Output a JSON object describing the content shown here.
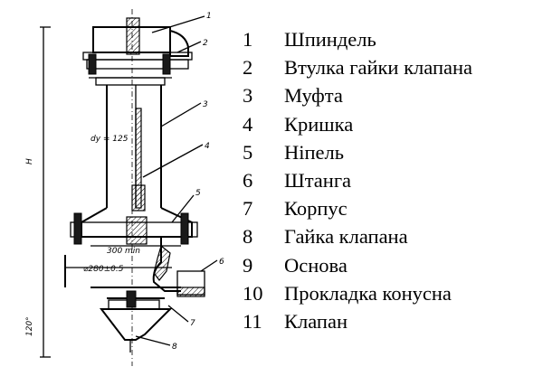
{
  "legend": [
    {
      "num": "1",
      "label": "Шпиндель"
    },
    {
      "num": "2",
      "label": "Втулка гайки клапана"
    },
    {
      "num": "3",
      "label": "Муфта"
    },
    {
      "num": "4",
      "label": "Кришка"
    },
    {
      "num": "5",
      "label": "Ніпель"
    },
    {
      "num": "6",
      "label": "Штанга"
    },
    {
      "num": "7",
      "label": "Корпус"
    },
    {
      "num": "8",
      "label": "Гайка клапана"
    },
    {
      "num": "9",
      "label": "Основа"
    },
    {
      "num": "10",
      "label": "Прокладка конусна"
    },
    {
      "num": "11",
      "label": "Клапан"
    }
  ],
  "drawing": {
    "dim_h": "H",
    "dim_du": "dy = 125",
    "dim_300": "300 min",
    "dim_280": "⌀280±0.5",
    "dim_120": "120°",
    "callouts": [
      "1",
      "2",
      "3",
      "4",
      "5",
      "6",
      "7",
      "8"
    ]
  }
}
